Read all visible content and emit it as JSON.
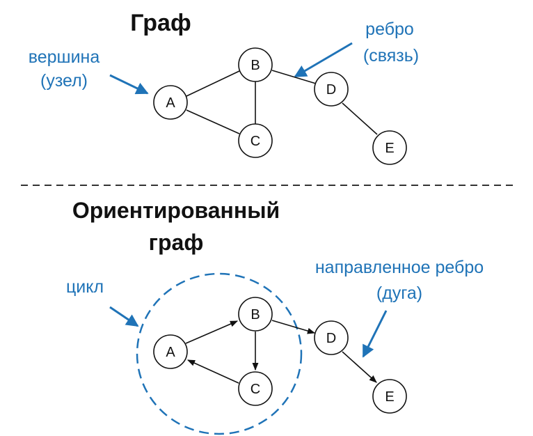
{
  "colors": {
    "accent": "#1f73b7",
    "ink": "#111111"
  },
  "top": {
    "title": "Граф",
    "vertex_label_line1": "вершина",
    "vertex_label_line2": "(узел)",
    "edge_label_line1": "ребро",
    "edge_label_line2": "(связь)",
    "nodes": {
      "A": "A",
      "B": "B",
      "C": "C",
      "D": "D",
      "E": "E"
    }
  },
  "bottom": {
    "title_line1": "Ориентированный",
    "title_line2": "граф",
    "cycle_label": "цикл",
    "directed_label_line1": "направленное ребро",
    "directed_label_line2": "(дуга)",
    "nodes": {
      "A": "A",
      "B": "B",
      "C": "C",
      "D": "D",
      "E": "E"
    }
  }
}
